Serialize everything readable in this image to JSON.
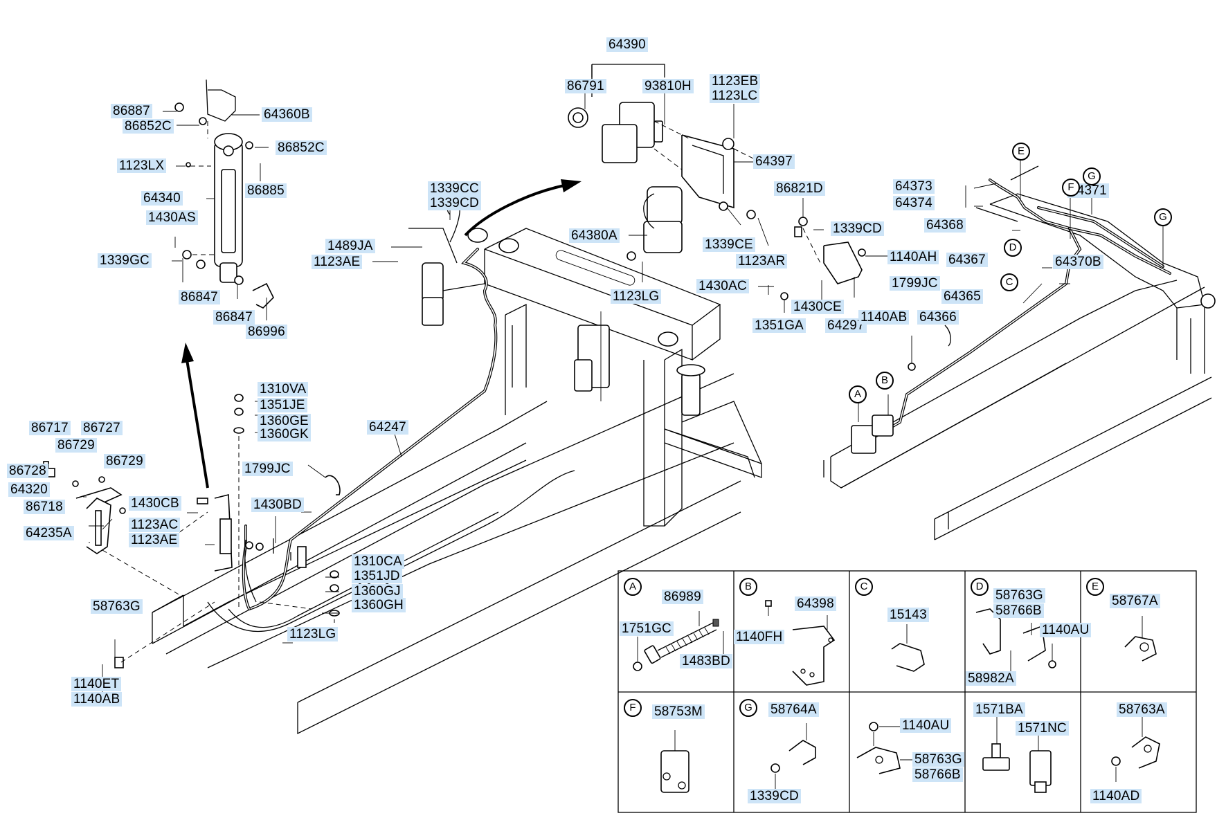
{
  "labels": {
    "p64390": "64390",
    "p86791": "86791",
    "p93810H": "93810H",
    "p1123EB": "1123EB",
    "p1123LC": "1123LC",
    "p64397": "64397",
    "p86821D": "86821D",
    "p1339CD_a": "1339CD",
    "p64380A": "64380A",
    "p1339CE": "1339CE",
    "p1123AR": "1123AR",
    "p1140AH": "1140AH",
    "p1123LG_a": "1123LG",
    "p1430AC": "1430AC",
    "p1430CE": "1430CE",
    "p1351GA": "1351GA",
    "p64297": "64297",
    "p86887": "86887",
    "p64360B": "64360B",
    "p86852C_a": "86852C",
    "p86852C_b": "86852C",
    "p1123LX": "1123LX",
    "p86885": "86885",
    "p64340": "64340",
    "p1430AS": "1430AS",
    "p1339GC": "1339GC",
    "p86847_a": "86847",
    "p86847_b": "86847",
    "p86996": "86996",
    "p1339CC": "1339CC",
    "p1339CD_b": "1339CD",
    "p1489JA": "1489JA",
    "p1123AE_a": "1123AE",
    "p1310VA": "1310VA",
    "p1351JE": "1351JE",
    "p1360GE": "1360GE",
    "p1360GK": "1360GK",
    "p64247": "64247",
    "p1799JC_a": "1799JC",
    "p1430BD": "1430BD",
    "p1430CB": "1430CB",
    "p1123AC": "1123AC",
    "p1123AE_b": "1123AE",
    "p1310CA": "1310CA",
    "p1351JD": "1351JD",
    "p1360GJ": "1360GJ",
    "p1360GH": "1360GH",
    "p1123LG_b": "1123LG",
    "p86717": "86717",
    "p86727": "86727",
    "p86729_a": "86729",
    "p86728": "86728",
    "p86729_b": "86729",
    "p64320": "64320",
    "p86718": "86718",
    "p64235A": "64235A",
    "p58763G_a": "58763G",
    "p1140ET": "1140ET",
    "p1140AB_a": "1140AB",
    "p64373": "64373",
    "p64374": "64374",
    "p64371": "64371",
    "p64368": "64368",
    "p64367": "64367",
    "p64370B": "64370B",
    "p1799JC_b": "1799JC",
    "p64365": "64365",
    "p1140AB_b": "1140AB",
    "p64366": "64366",
    "p86989": "86989",
    "p1751GC": "1751GC",
    "p1483BD": "1483BD",
    "p1140FH": "1140FH",
    "p64398": "64398",
    "p15143": "15143",
    "p58763G_b": "58763G",
    "p58766B_a": "58766B",
    "p1140AU_a": "1140AU",
    "p58982A": "58982A",
    "p58767A": "58767A",
    "p58753M": "58753M",
    "p58764A": "58764A",
    "p1339CD_c": "1339CD",
    "p1140AU_b": "1140AU",
    "p58763G_c": "58763G",
    "p58766B_b": "58766B",
    "p1571BA": "1571BA",
    "p1571NC": "1571NC",
    "p58763A": "58763A",
    "p1140AD": "1140AD"
  },
  "markers": {
    "A": "A",
    "B": "B",
    "C": "C",
    "D": "D",
    "E": "E",
    "F": "F",
    "G": "G"
  },
  "detail_cells": {
    "A": "A",
    "B": "B",
    "C": "C",
    "D": "D",
    "E": "E",
    "F": "F",
    "G": "G"
  }
}
